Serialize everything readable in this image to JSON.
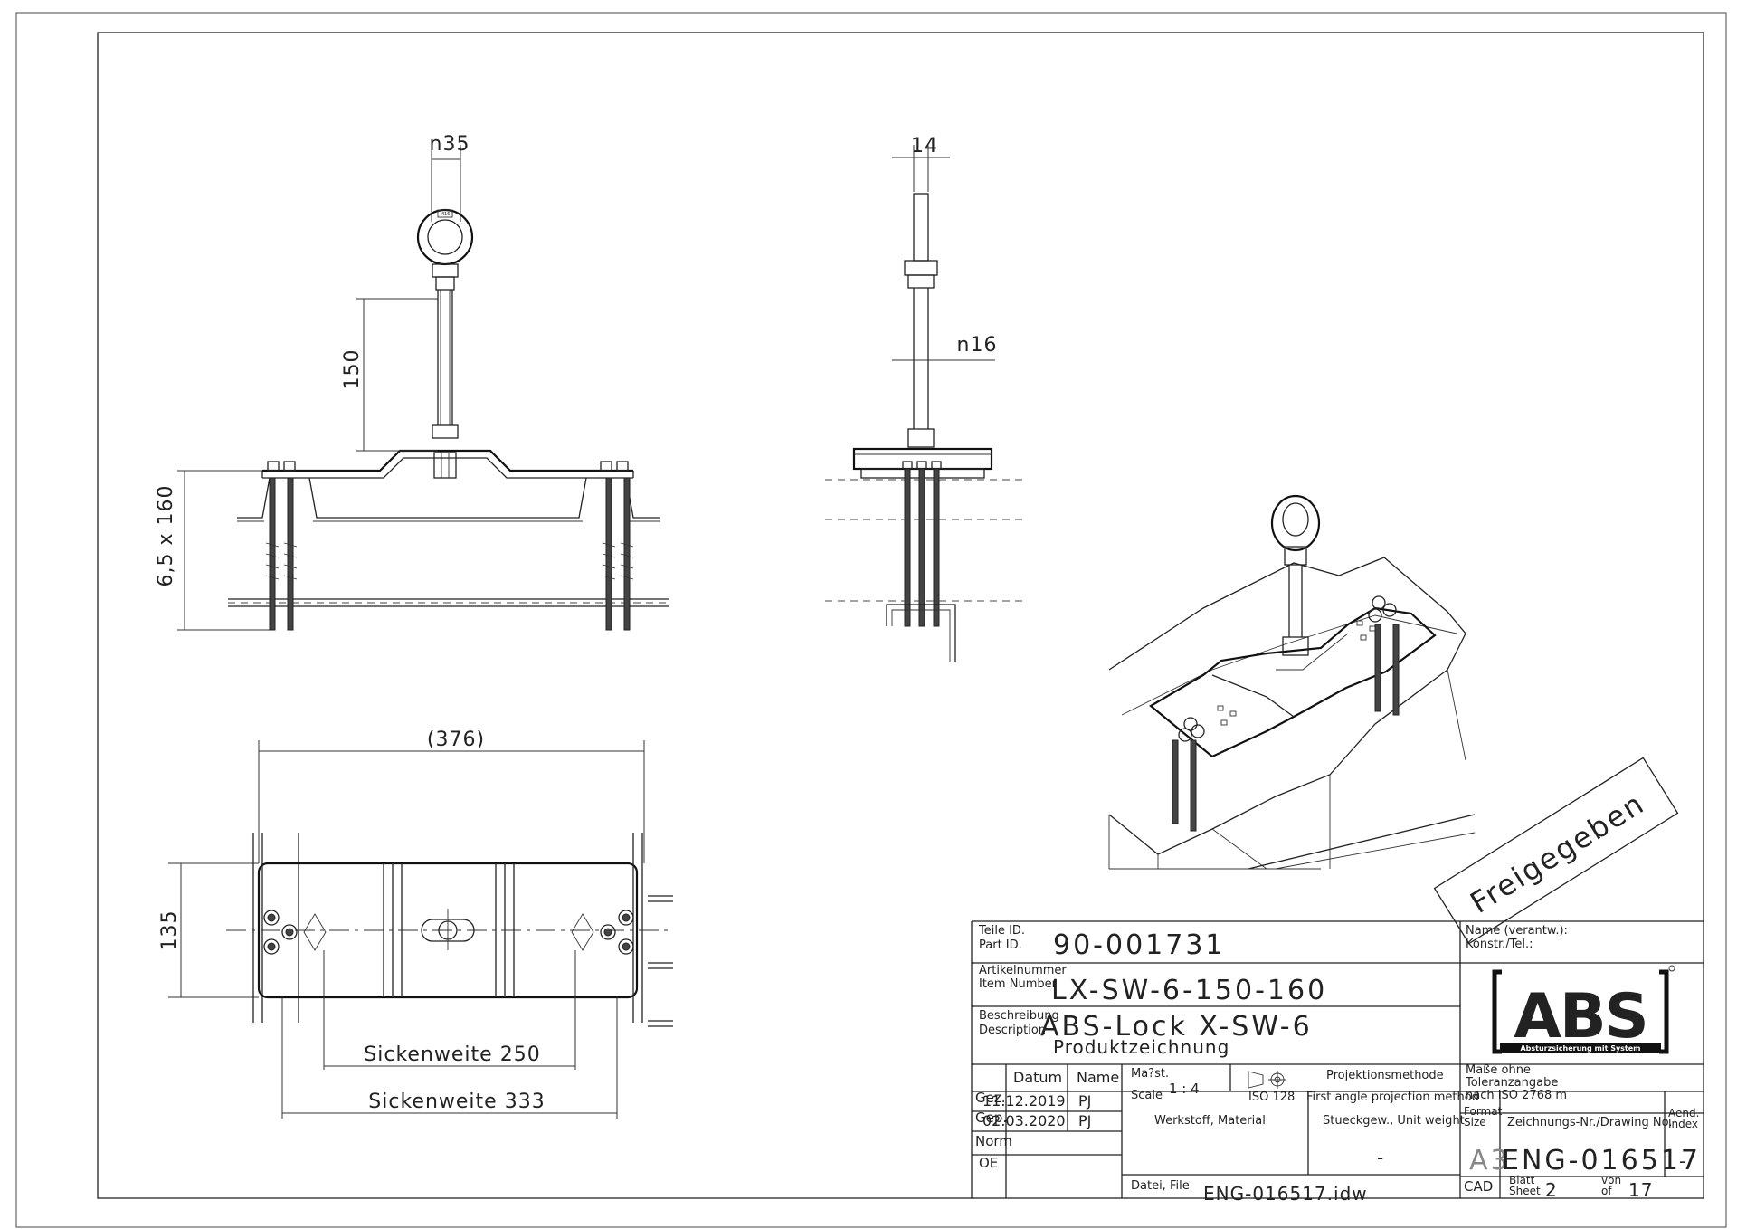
{
  "dimensions": {
    "eye_diameter": "n35",
    "rod_height": "150",
    "screw_spec": "6,5 x 160",
    "side_width": "14",
    "rod_diameter": "n16",
    "overall_length": "(376)",
    "plate_width": "135",
    "corrugation_250": "Sickenweite 250",
    "corrugation_333": "Sickenweite 333"
  },
  "stamp": "Freigegeben",
  "title_block": {
    "part_id_label_1": "Teile ID.",
    "part_id_label_2": "Part ID.",
    "part_id": "90-001731",
    "article_label_1": "Artikelnummer",
    "article_label_2": "Item Number",
    "article_number": "LX-SW-6-150-160",
    "desc_label_1": "Beschreibung",
    "desc_label_2": "Description",
    "description": "ABS-Lock X-SW-6",
    "description_sub": "Produktzeichnung",
    "name_label_1": "Name (verantw.):",
    "name_label_2": "Konstr./Tel.:",
    "logo_text": "ABS",
    "logo_tagline": "Absturzsicherung mit System",
    "datum_header": "Datum",
    "name_header": "Name",
    "row_gez": "Gez.",
    "row_gep": "Gep.",
    "row_norm": "Norm",
    "row_oe": "OE",
    "gez_date": "11.12.2019",
    "gez_name": "PJ",
    "gep_date": "02.03.2020",
    "gep_name": "PJ",
    "scale_label_1": "Ma?st.",
    "scale_label_2": "Scale",
    "scale_value": "1 : 4",
    "projection_label": "Projektionsmethode",
    "projection_iso": "ISO 128",
    "projection_desc": "First angle projection method",
    "tolerance_1": "Maße ohne",
    "tolerance_2": "Toleranzangabe",
    "tolerance_3": "nach ISO 2768 m",
    "material_label": "Werkstoff, Material",
    "weight_label": "Stueckgew., Unit weight",
    "weight_value": "-",
    "format_label_1": "Format",
    "format_label_2": "Size",
    "format_value": "A3",
    "drawing_no_label": "Zeichnungs-Nr./Drawing No.",
    "drawing_no": "ENG-016517",
    "index_label_1": "Aend.",
    "index_label_2": "Index",
    "index_value": "-",
    "file_label": "Datei, File",
    "file_value": "ENG-016517.idw",
    "cad_label": "CAD",
    "sheet_label_1": "Blatt",
    "sheet_label_2": "Sheet",
    "sheet_value": "2",
    "of_label_1": "von",
    "of_label_2": "of",
    "of_value": "17"
  },
  "colors": {
    "line": "#222222",
    "paper": "#ffffff"
  }
}
